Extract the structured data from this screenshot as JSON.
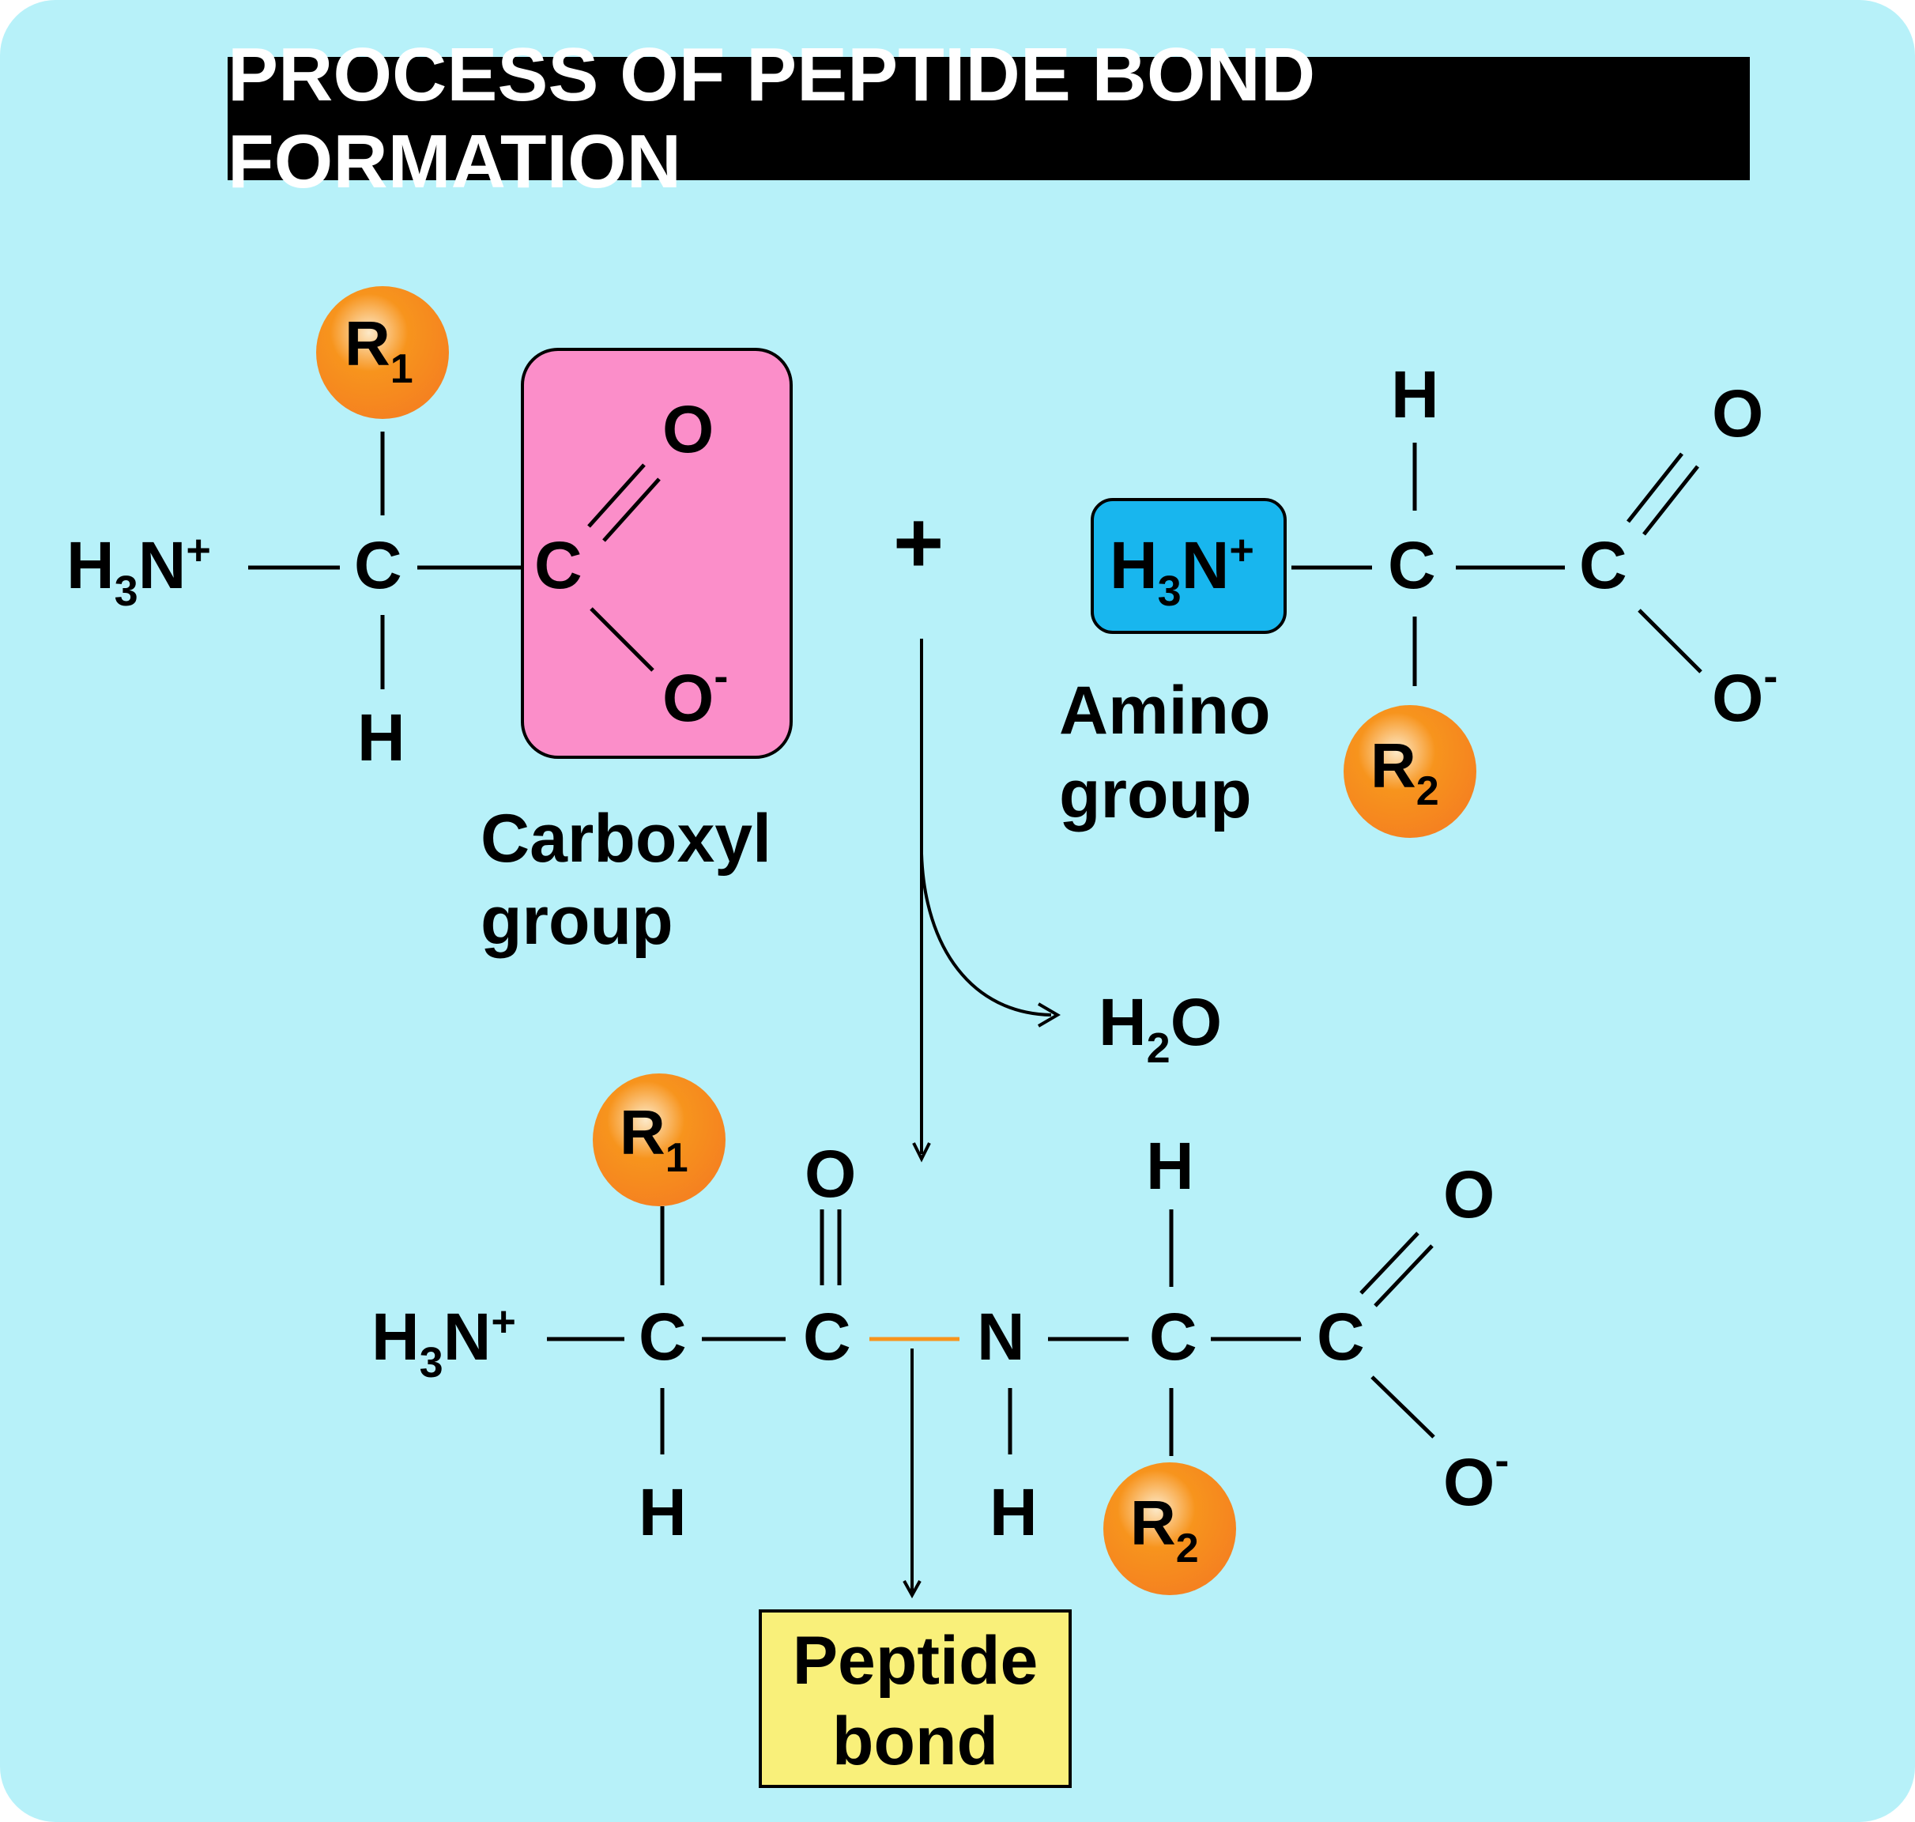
{
  "title": "PROCESS OF PEPTIDE BOND FORMATION",
  "colors": {
    "background": "#b7f1f9",
    "carboxyl_box": "#fb8ec9",
    "amino_box": "#18b6ee",
    "r_group": "#f7941d",
    "peptide_bond_line": "#f7941d",
    "peptide_bond_box": "#f9f07a"
  },
  "atoms": {
    "carbon": "C",
    "oxygen": "O",
    "hydrogen": "H",
    "nitrogen": "N",
    "amine_group": "H3N+",
    "oxide": "O-",
    "plus": "+"
  },
  "r_groups": {
    "r1": "R1",
    "r2": "R2"
  },
  "labels": {
    "carboxyl_group": [
      "Carboxyl",
      "group"
    ],
    "amino_group": [
      "Amino",
      "group"
    ],
    "water": "H2O",
    "peptide_bond": [
      "Peptide",
      "bond"
    ]
  }
}
